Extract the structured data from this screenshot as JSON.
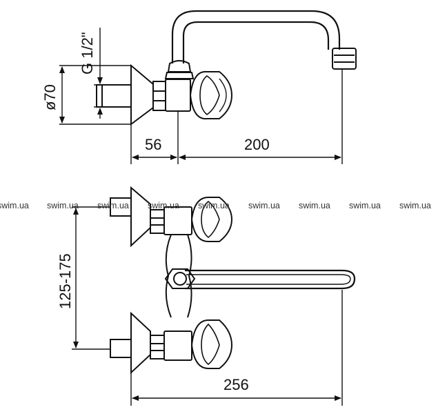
{
  "dimensions": {
    "thread": "G 1/2\"",
    "diameter": "ø70",
    "projection_body": "56",
    "spout_reach": "200",
    "spacing": "125-175",
    "overall_width": "256"
  },
  "watermark": {
    "text": "swim.ua",
    "count": 9
  },
  "colors": {
    "line": "#111111",
    "watermark": "#333333"
  }
}
